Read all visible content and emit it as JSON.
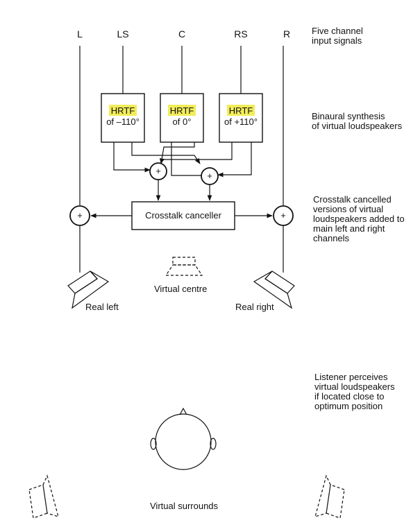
{
  "channels": {
    "L": "L",
    "LS": "LS",
    "C": "C",
    "RS": "RS",
    "R": "R"
  },
  "hrtf_blocks": [
    {
      "title": "HRTF",
      "angle": "of –110°"
    },
    {
      "title": "HRTF",
      "angle": "of 0°"
    },
    {
      "title": "HRTF",
      "angle": "of +110°"
    }
  ],
  "summer_symbol": "+",
  "crosstalk_label": "Crosstalk canceller",
  "speakers": {
    "real_left": "Real left",
    "real_right": "Real right",
    "virtual_centre": "Virtual centre",
    "virtual_surrounds": "Virtual surrounds"
  },
  "notes": {
    "n1": [
      "Five channel",
      "input signals"
    ],
    "n2": [
      "Binaural synthesis",
      "of virtual loudspeakers"
    ],
    "n3": [
      "Crosstalk cancelled",
      "versions of virtual",
      "loudspeakers added to",
      "main left and right",
      "channels"
    ],
    "n4": [
      "Listener perceives",
      "virtual loudspeakers",
      "if located close to",
      "optimum position"
    ]
  },
  "colors": {
    "highlight": "#f2ec5a",
    "line": "#111111"
  }
}
